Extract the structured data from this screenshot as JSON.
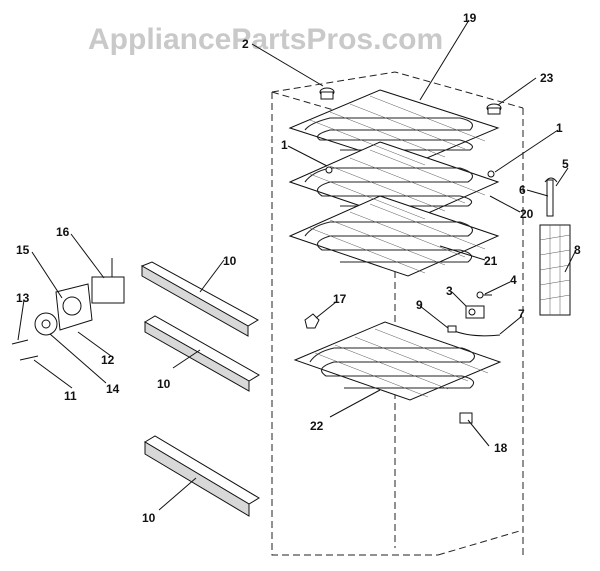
{
  "watermark": "AppliancePartsPros.com",
  "callouts": {
    "c1a": "1",
    "c1b": "1",
    "c2": "2",
    "c3": "3",
    "c4": "4",
    "c5": "5",
    "c6": "6",
    "c7": "7",
    "c8": "8",
    "c9": "9",
    "c10a": "10",
    "c10b": "10",
    "c10c": "10",
    "c11": "11",
    "c12": "12",
    "c13": "13",
    "c14": "14",
    "c15": "15",
    "c16": "16",
    "c17": "17",
    "c18": "18",
    "c19": "19",
    "c20": "20",
    "c21": "21",
    "c22": "22",
    "c23": "23"
  }
}
